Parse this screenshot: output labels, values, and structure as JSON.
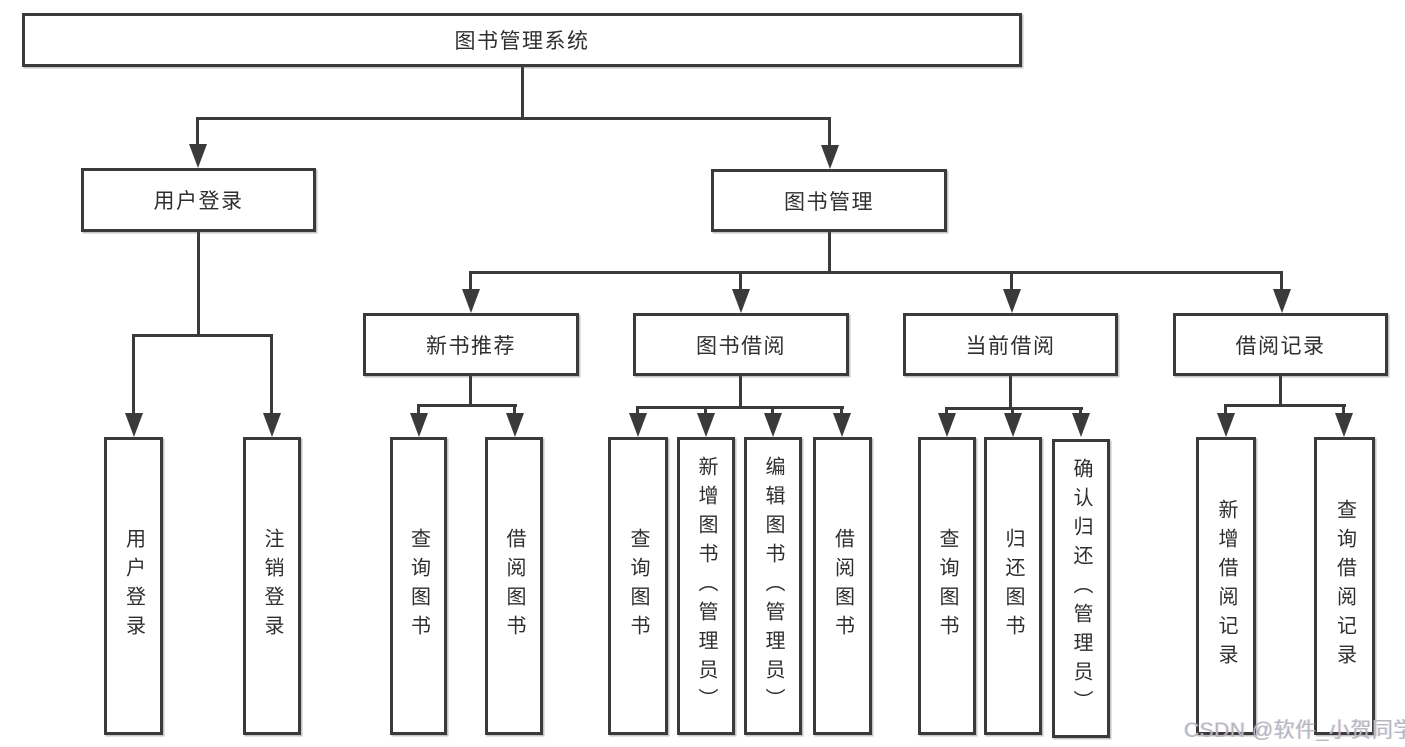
{
  "diagram": {
    "type": "hierarchy-tree",
    "colors": {
      "line": "#3a3a3a",
      "box_border": "#3a3a3a",
      "text": "#2f2f2f",
      "background": "#ffffff",
      "watermark": "#b4b9bf"
    },
    "root": {
      "label": "图书管理系统",
      "children": [
        {
          "label": "用户登录",
          "children": [
            {
              "label": "用户登录"
            },
            {
              "label": "注销登录"
            }
          ]
        },
        {
          "label": "图书管理",
          "children": [
            {
              "label": "新书推荐",
              "children": [
                {
                  "label": "查询图书"
                },
                {
                  "label": "借阅图书"
                }
              ]
            },
            {
              "label": "图书借阅",
              "children": [
                {
                  "label": "查询图书"
                },
                {
                  "label": "新增图书（管理员）"
                },
                {
                  "label": "编辑图书（管理员）"
                },
                {
                  "label": "借阅图书"
                }
              ]
            },
            {
              "label": "当前借阅",
              "children": [
                {
                  "label": "查询图书"
                },
                {
                  "label": "归还图书"
                },
                {
                  "label": "确认归还（管理员）"
                }
              ]
            },
            {
              "label": "借阅记录",
              "children": [
                {
                  "label": "新增借阅记录"
                },
                {
                  "label": "查询借阅记录"
                }
              ]
            }
          ]
        }
      ]
    }
  },
  "watermark": {
    "text": "CSDN @软件_小贺同学"
  }
}
